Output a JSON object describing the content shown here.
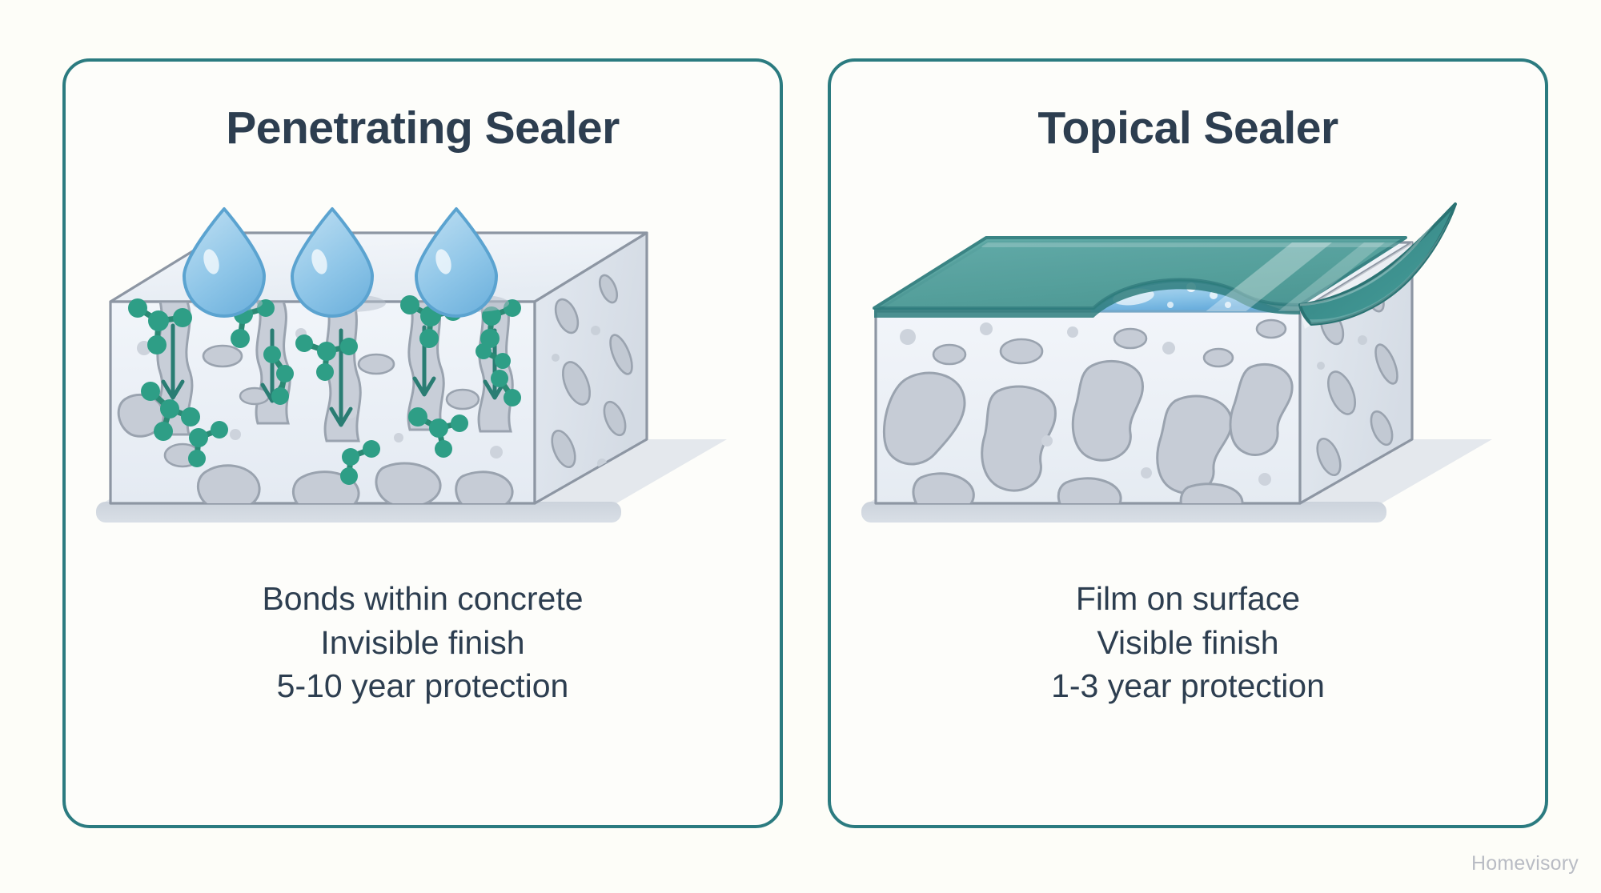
{
  "background_color": "#fdfdf8",
  "accent_color": "#2b7b80",
  "text_color": "#2d3e50",
  "panels": [
    {
      "id": "penetrating",
      "title": "Penetrating Sealer",
      "caption_lines": [
        "Bonds within concrete",
        "Invisible finish",
        "5-10 year protection"
      ],
      "illustration": {
        "name": "penetrating-sealer-diagram",
        "elements": [
          "water-droplet",
          "water-droplet",
          "water-droplet",
          "concrete-block",
          "sealer-molecule-cluster",
          "penetration-arrow"
        ],
        "droplet_count": 3,
        "arrow_count": 5,
        "molecule_color": "#2e9e86",
        "droplet_color": "#a8d4ec",
        "concrete_color": "#eef2f7",
        "pore_color": "#c3c9d2"
      }
    },
    {
      "id": "topical",
      "title": "Topical Sealer",
      "caption_lines": [
        "Film on surface",
        "Visible finish",
        "1-3 year protection"
      ],
      "illustration": {
        "name": "topical-sealer-diagram",
        "elements": [
          "sealer-film-layer",
          "peeling-film-edge",
          "trapped-water-blister",
          "concrete-block"
        ],
        "film_color": "#4e9e9c",
        "film_edge_color": "#2e7d7d",
        "blister_color": "#8cc5e8",
        "concrete_color": "#eef2f7",
        "pore_color": "#c3c9d2"
      }
    }
  ],
  "watermark": "Homevisory"
}
